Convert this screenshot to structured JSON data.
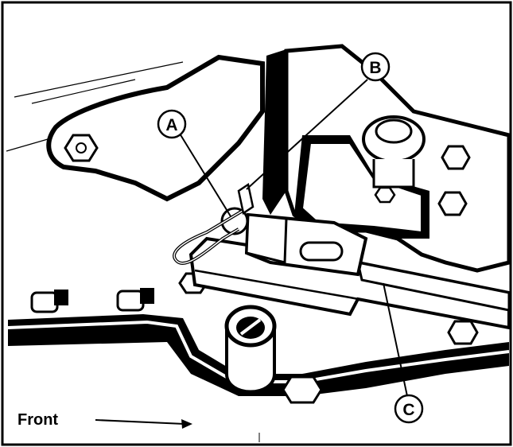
{
  "callouts": {
    "a": "A",
    "b": "B",
    "c": "C"
  },
  "direction": {
    "label": "Front",
    "icon": "arrow-right-icon"
  },
  "colors": {
    "ink": "#000000",
    "paper": "#ffffff"
  }
}
